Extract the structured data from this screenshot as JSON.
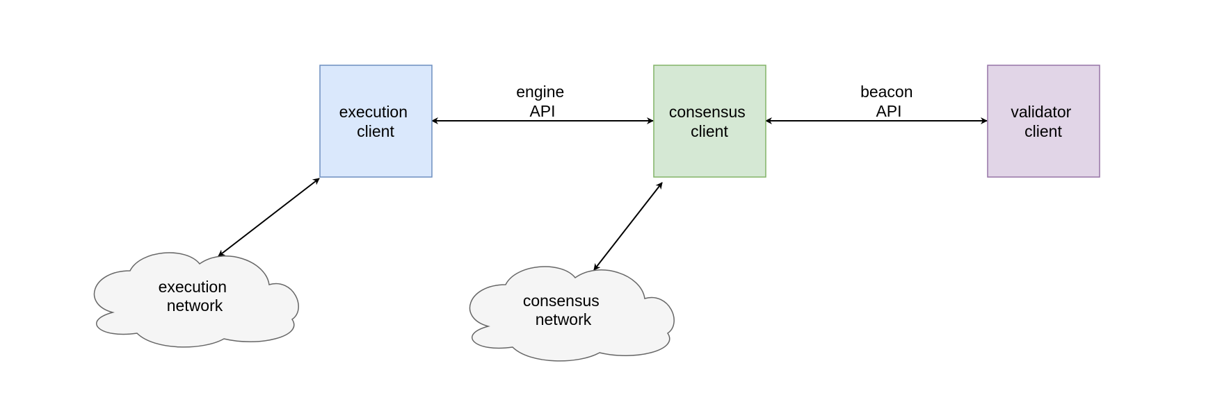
{
  "colors": {
    "execution_fill": "#dae8fc",
    "execution_stroke": "#6c8ebf",
    "consensus_fill": "#d5e8d4",
    "consensus_stroke": "#82b366",
    "validator_fill": "#e1d5e7",
    "validator_stroke": "#9673a6",
    "cloud_fill": "#f5f5f5",
    "cloud_stroke": "#666666",
    "edge": "#000000"
  },
  "nodes": {
    "execution_client": {
      "line1": "execution",
      "line2": "client"
    },
    "consensus_client": {
      "line1": "consensus",
      "line2": "client"
    },
    "validator_client": {
      "line1": "validator",
      "line2": "client"
    },
    "execution_network": {
      "line1": "execution",
      "line2": "network"
    },
    "consensus_network": {
      "line1": "consensus",
      "line2": "network"
    }
  },
  "edges": {
    "engine_api": {
      "line1": "engine",
      "line2": "API"
    },
    "beacon_api": {
      "line1": "beacon",
      "line2": "API"
    }
  }
}
